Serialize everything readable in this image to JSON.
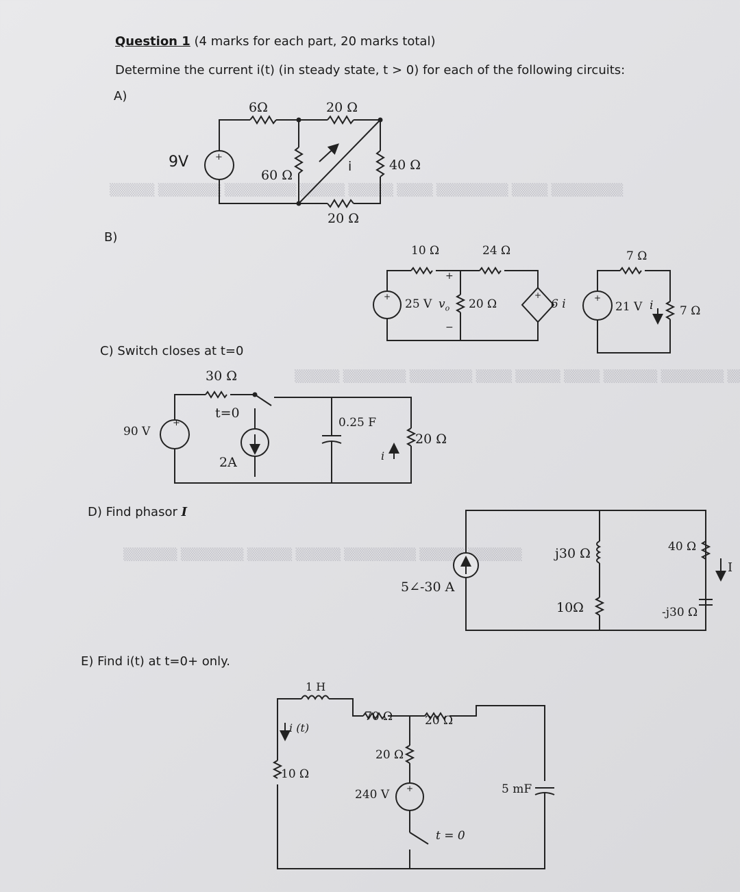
{
  "question": {
    "title": "Question 1",
    "marks": "(4 marks for each part, 20 marks total)",
    "instruction": "Determine the current i(t) (in steady state, t > 0) for each of the following circuits:"
  },
  "parts": {
    "a": {
      "label": "A)",
      "source": "9V",
      "r_top_left": "6Ω",
      "r_top_right": "20 Ω",
      "r_mid": "60 Ω",
      "r_right": "40 Ω",
      "r_bottom": "20 Ω",
      "current": "i"
    },
    "b": {
      "label": "B)",
      "r1": "10 Ω",
      "r2": "24 Ω",
      "r3": "7 Ω",
      "source1": "25 V",
      "vo": "v",
      "vo_sub": "o",
      "r_mid": "20 Ω",
      "dep_source": "6 i",
      "source2": "21 V",
      "current": "i",
      "r_right": "7 Ω"
    },
    "c": {
      "label": "C) Switch closes at t=0",
      "r1": "30 Ω",
      "source": "90 V",
      "switch": "t=0",
      "current_source": "2A",
      "cap": "0.25 F",
      "r2": "20 Ω",
      "current": "i"
    },
    "d": {
      "label": "D) Find phasor",
      "label_var": "I",
      "source": "5∠-30 A",
      "z1": "j30 Ω",
      "z2": "10Ω",
      "z3": "40 Ω",
      "z4": "-j30 Ω",
      "current": "I"
    },
    "e": {
      "label": "E) Find i(t) at t=0+ only.",
      "inductor": "1 H",
      "current": "i (t)",
      "r1": "70 Ω",
      "r2": "20 Ω",
      "r3": "20 Ω",
      "r4": "10 Ω",
      "source": "240 V",
      "switch": "t = 0",
      "cap": "5 mF"
    }
  }
}
